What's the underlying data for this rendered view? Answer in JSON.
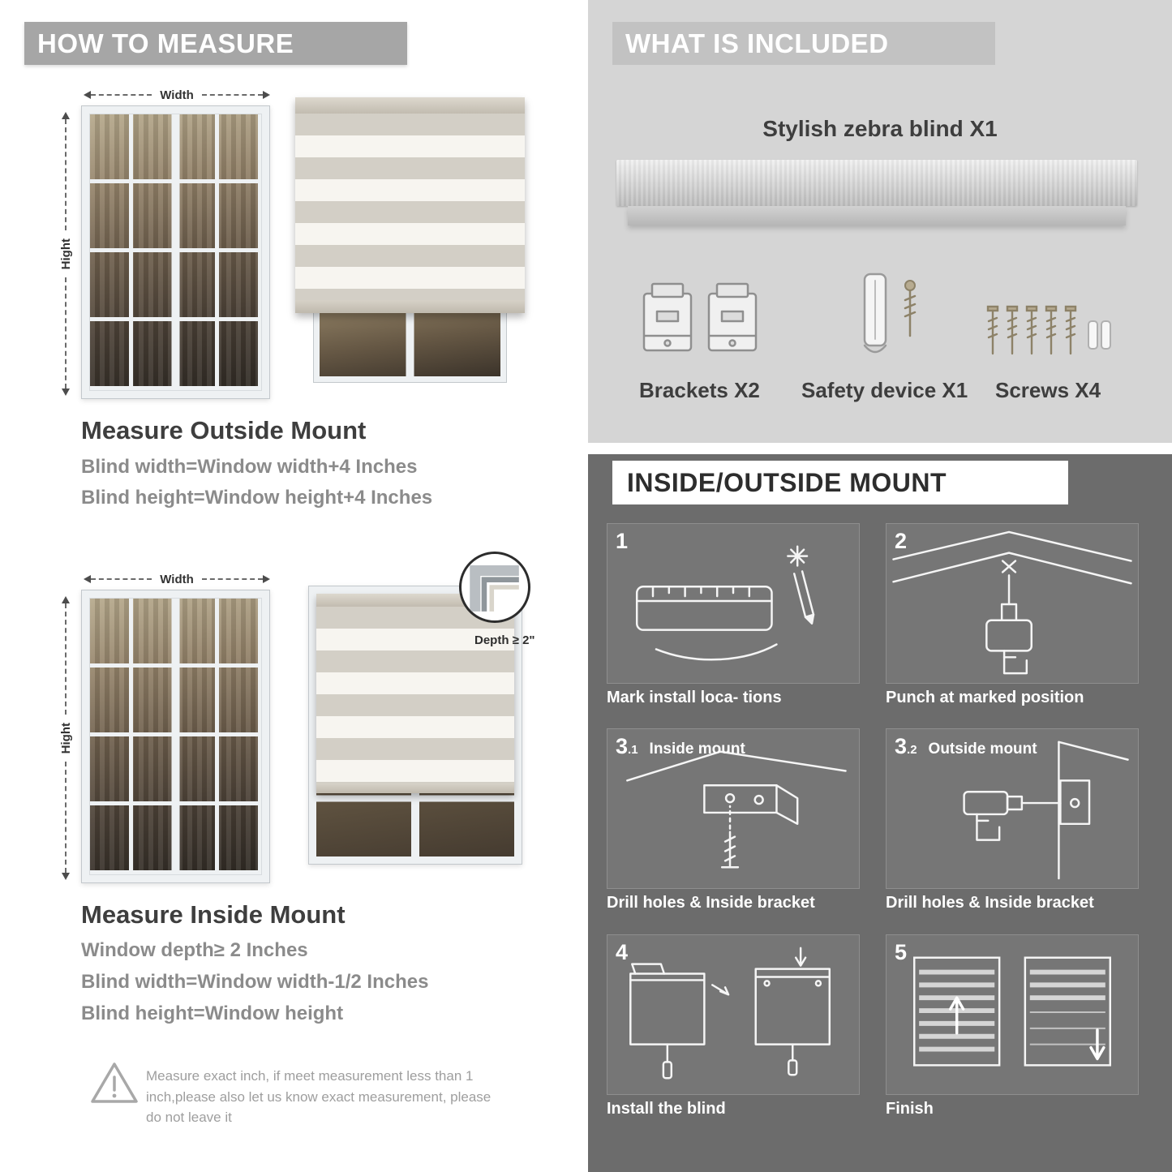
{
  "colors": {
    "measure_banner_bg": "#a6a6a6",
    "included_banner_bg": "#c2c2c2",
    "included_section_bg": "#d5d5d5",
    "mount_section_bg": "#6c6c6c",
    "heading_text": "#3e3e3e",
    "formula_text": "#8b8b8b",
    "fabric_stripe": "#d3cfc6"
  },
  "measure": {
    "banner": "HOW TO MEASURE",
    "outside": {
      "width_label": "Width",
      "height_label": "Hight",
      "title": "Measure Outside Mount",
      "line1": "Blind width=Window width+4 Inches",
      "line2": "Blind height=Window height+4 Inches"
    },
    "inside": {
      "width_label": "Width",
      "height_label": "Hight",
      "depth_label": "Depth ≥ 2\"",
      "title": "Measure Inside Mount",
      "line1": "Window depth≥ 2 Inches",
      "line2": "Blind width=Window width-1/2 Inches",
      "line3": "Blind height=Window height"
    },
    "warning_text": "Measure exact inch, if meet measurement less than 1 inch,please also let us know exact measurement, please do not leave it"
  },
  "included": {
    "banner": "WHAT IS INCLUDED",
    "blind_label": "Stylish zebra blind X1",
    "items": [
      {
        "label": "Brackets X2"
      },
      {
        "label": "Safety device X1"
      },
      {
        "label": "Screws X4"
      }
    ]
  },
  "mount": {
    "banner": "INSIDE/OUTSIDE MOUNT",
    "steps": [
      {
        "num": "1",
        "num_sub": "",
        "title": "",
        "caption": "Mark install loca- tions"
      },
      {
        "num": "2",
        "num_sub": "",
        "title": "",
        "caption": "Punch at  marked position"
      },
      {
        "num": "3",
        "num_sub": ".1",
        "title": "Inside mount",
        "caption": "Drill holes &  Inside bracket"
      },
      {
        "num": "3",
        "num_sub": ".2",
        "title": "Outside mount",
        "caption": "Drill holes &  Inside bracket"
      },
      {
        "num": "4",
        "num_sub": "",
        "title": "",
        "caption": "Install the blind"
      },
      {
        "num": "5",
        "num_sub": "",
        "title": "",
        "caption": "Finish"
      }
    ]
  }
}
